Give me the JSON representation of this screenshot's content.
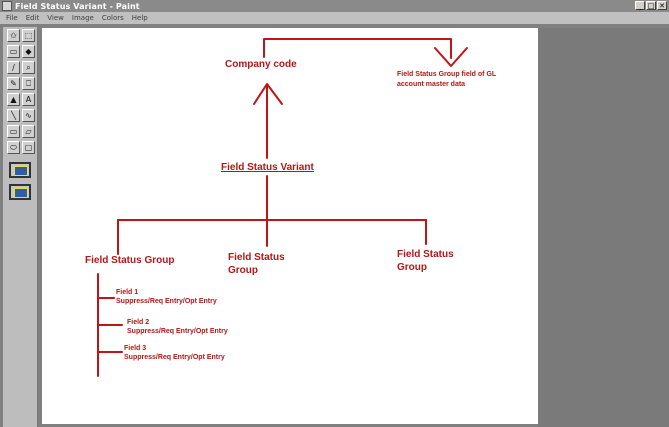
{
  "window": {
    "title": "Field Status Variant - Paint",
    "controls": [
      "_",
      "□",
      "✕"
    ]
  },
  "menu": [
    "File",
    "Edit",
    "View",
    "Image",
    "Colors",
    "Help"
  ],
  "tools": [
    {
      "name": "free-select-icon",
      "glyph": "✩"
    },
    {
      "name": "rect-select-icon",
      "glyph": "⬚"
    },
    {
      "name": "eraser-icon",
      "glyph": "▭"
    },
    {
      "name": "fill-icon",
      "glyph": "◆"
    },
    {
      "name": "color-picker-icon",
      "glyph": "∕"
    },
    {
      "name": "magnifier-icon",
      "glyph": "⌕"
    },
    {
      "name": "pencil-icon",
      "glyph": "✎"
    },
    {
      "name": "brush-icon",
      "glyph": "⎕"
    },
    {
      "name": "airbrush-icon",
      "glyph": "▲"
    },
    {
      "name": "text-icon",
      "glyph": "A"
    },
    {
      "name": "line-icon",
      "glyph": "╲"
    },
    {
      "name": "curve-icon",
      "glyph": "∿"
    },
    {
      "name": "rectangle-icon",
      "glyph": "▭"
    },
    {
      "name": "polygon-icon",
      "glyph": "▱"
    },
    {
      "name": "ellipse-icon",
      "glyph": "⬭"
    },
    {
      "name": "rounded-rect-icon",
      "glyph": "▢"
    }
  ],
  "diagram": {
    "company_code": "Company code",
    "fsg_field_note_line1": "Field Status Group field of GL",
    "fsg_field_note_line2": "account master data",
    "field_status_variant": "Field Status Variant",
    "fsg_left": "Field Status Group",
    "fsg_mid_line1": "Field Status",
    "fsg_mid_line2": "Group",
    "fsg_right_line1": "Field Status",
    "fsg_right_line2": "Group",
    "fields": [
      {
        "name": "Field 1",
        "options": "Suppress/Req Entry/Opt Entry"
      },
      {
        "name": "Field 2",
        "options": "Suppress/Req Entry/Opt Entry"
      },
      {
        "name": "Field 3",
        "options": "Suppress/Req Entry/Opt Entry"
      }
    ],
    "line_color": "#c21414"
  }
}
